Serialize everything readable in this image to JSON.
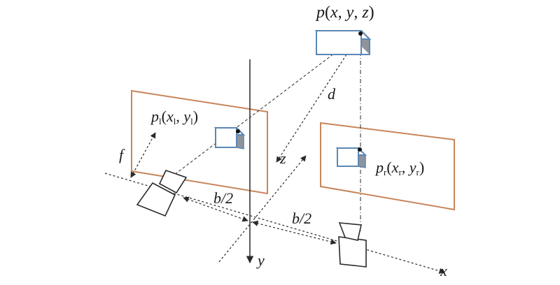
{
  "labels": {
    "point_p": {
      "name": "p",
      "open": "(",
      "x": "x",
      "sep1": ", ",
      "y": "y",
      "sep2": ", ",
      "z": "z",
      "close": ")"
    },
    "point_pl": {
      "name": "p",
      "sub": "l",
      "open": "(",
      "x": "x",
      "xsub": "l",
      "sep": ", ",
      "y": "y",
      "ysub": "l",
      "close": ")"
    },
    "point_pr": {
      "name": "p",
      "sub": "r",
      "open": "(",
      "x": "x",
      "xsub": "r",
      "sep": ", ",
      "y": "y",
      "ysub": "r",
      "close": ")"
    },
    "distance_d": "d",
    "focal_f": "f",
    "baseline_left": "b/2",
    "baseline_right": "b/2",
    "axis_x": "x",
    "axis_y": "y",
    "axis_z": "z"
  },
  "colors": {
    "image_plane": "#c8855a",
    "cube_edge": "#5b87b5",
    "cube_shade": "#8f949a",
    "line": "#2a2a2a"
  }
}
